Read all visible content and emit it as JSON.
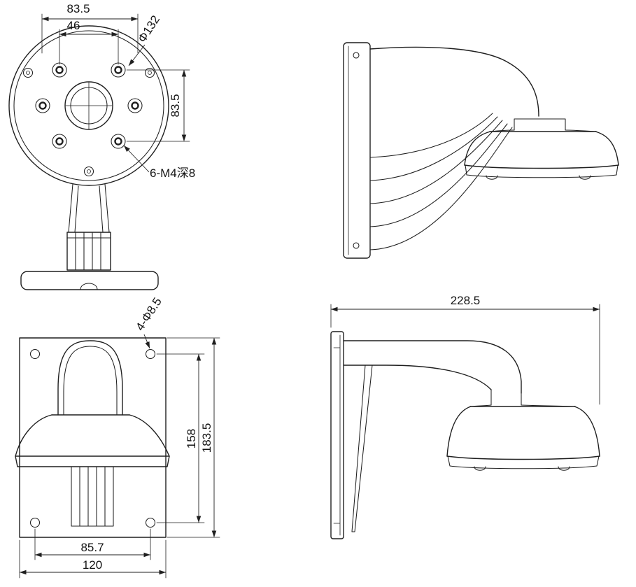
{
  "drawing": {
    "background": "#ffffff",
    "line_color": "#1f1f1f",
    "views": {
      "pendant_front": {
        "dim_width_top": "83.5",
        "dim_width_inner": "46",
        "dim_bolt_circle": "Φ132",
        "dim_height_side": "83.5",
        "note_thread": "6-M4深8"
      },
      "wall_front": {
        "note_holes": "4-Φ8.5",
        "dim_hole_spacing_v": "158",
        "dim_plate_height": "183.5",
        "dim_hole_spacing_h": "85.7",
        "dim_plate_width": "120"
      },
      "wall_side": {
        "dim_total_depth": "228.5"
      }
    }
  }
}
